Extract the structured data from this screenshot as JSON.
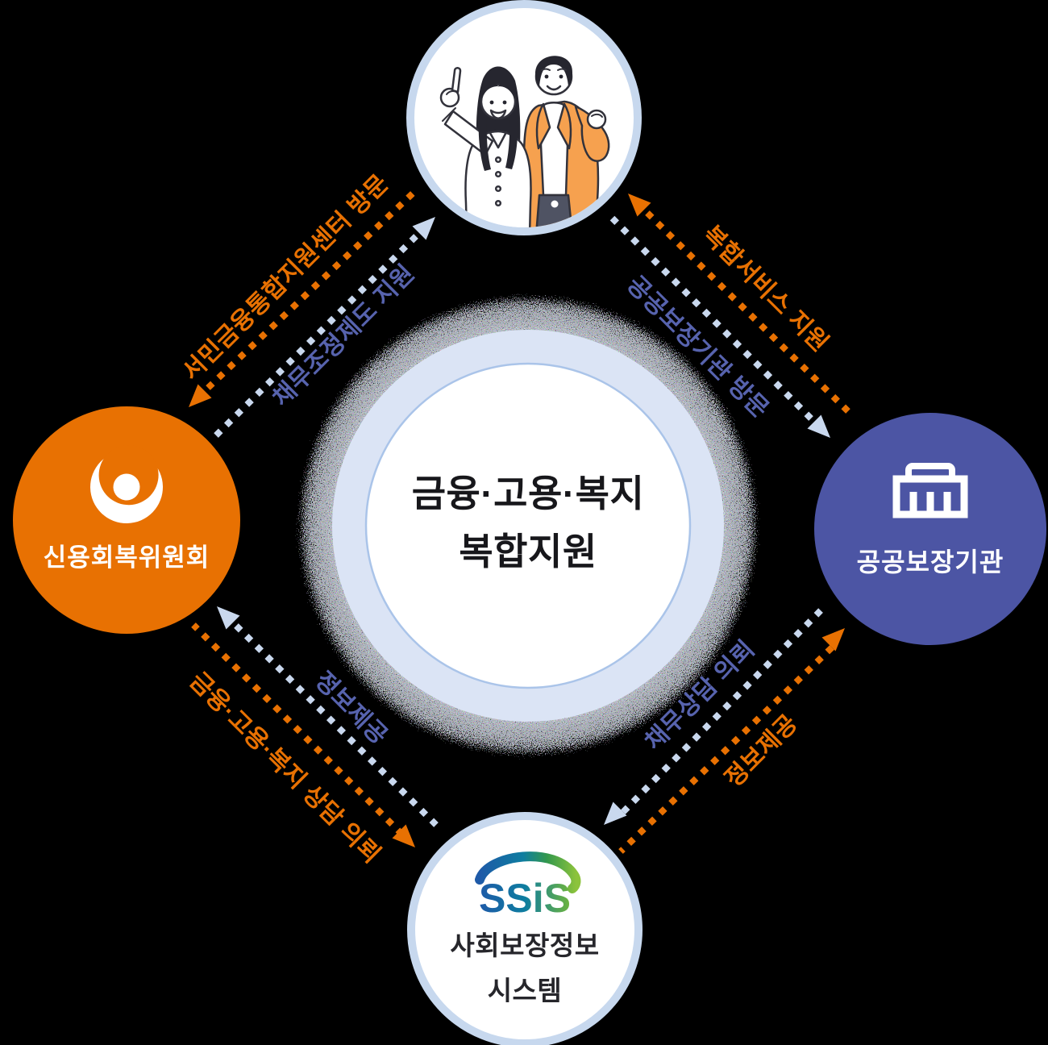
{
  "center": {
    "line1": "금융·고용·복지",
    "line2": "복합지원"
  },
  "nodes": {
    "people": {
      "icon": "couple-illustration"
    },
    "ccrs": {
      "label": "신용회복위원회",
      "color": "#E87102",
      "icon": "crescent-person-logo"
    },
    "public_org": {
      "label": "공공보장기관",
      "color": "#4C55A4",
      "icon": "bank-building-icon"
    },
    "ssis": {
      "logo_text": "SSiS",
      "label_line1": "사회보장정보",
      "label_line2": "시스템"
    }
  },
  "arrows": [
    {
      "from": "people",
      "to": "ccrs",
      "label": "서민금융통합지원센터 방문",
      "color": "#E87102"
    },
    {
      "from": "ccrs",
      "to": "people",
      "label": "채무조정제도 지원",
      "color": "#5763AE"
    },
    {
      "from": "public_org",
      "to": "people",
      "label": "복합서비스 지원",
      "color": "#E87102"
    },
    {
      "from": "people",
      "to": "public_org",
      "label": "공공보장기관 방문",
      "color": "#5763AE"
    },
    {
      "from": "ssis",
      "to": "ccrs",
      "label": "정보제공",
      "color": "#5763AE"
    },
    {
      "from": "ccrs",
      "to": "ssis",
      "label": "금융·고용·복지 상담 의뢰",
      "color": "#E87102"
    },
    {
      "from": "public_org",
      "to": "ssis",
      "label": "채무상담 의뢰",
      "color": "#5763AE"
    },
    {
      "from": "ssis",
      "to": "public_org",
      "label": "정보제공",
      "color": "#E87102"
    }
  ],
  "palette": {
    "background": "#000000",
    "orange": "#E87102",
    "indigo": "#4C55A4",
    "arrow_label_blue": "#5763AE",
    "dotted_light_blue": "#C9D8EE",
    "node_ring_blue": "#C7D8EE",
    "center_pale_ring": "#DBE4F5",
    "center_circle_stroke": "#AAC4E9",
    "center_text": "#17171B"
  }
}
